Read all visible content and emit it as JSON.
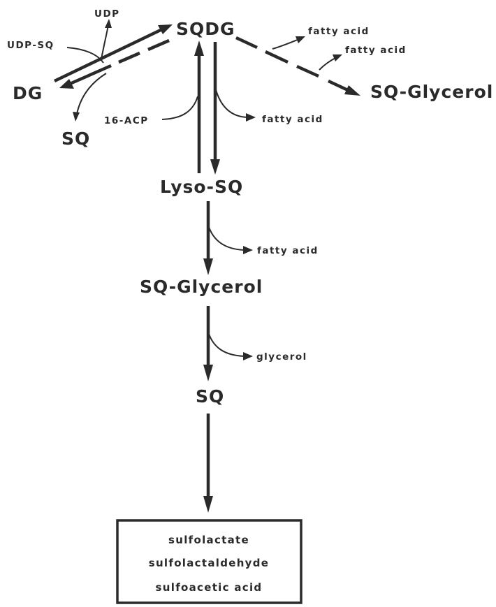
{
  "nodes": {
    "sqdg": "SQDG",
    "dg": "DG",
    "sq_top": "SQ",
    "sq_glycerol_right": "SQ-Glycerol",
    "lyso_sq": "Lyso-SQ",
    "sq_glycerol": "SQ-Glycerol",
    "sq": "SQ"
  },
  "side_labels": {
    "udp": "UDP",
    "udp_sq": "UDP-SQ",
    "acp": "16-ACP",
    "fatty_acid_1": "fatty acid",
    "fatty_acid_2": "fatty acid",
    "fatty_acid_3": "fatty acid",
    "fatty_acid_4": "fatty acid",
    "glycerol": "glycerol"
  },
  "products": [
    "sulfolactate",
    "sulfolactaldehyde",
    "sulfoacetic acid"
  ]
}
